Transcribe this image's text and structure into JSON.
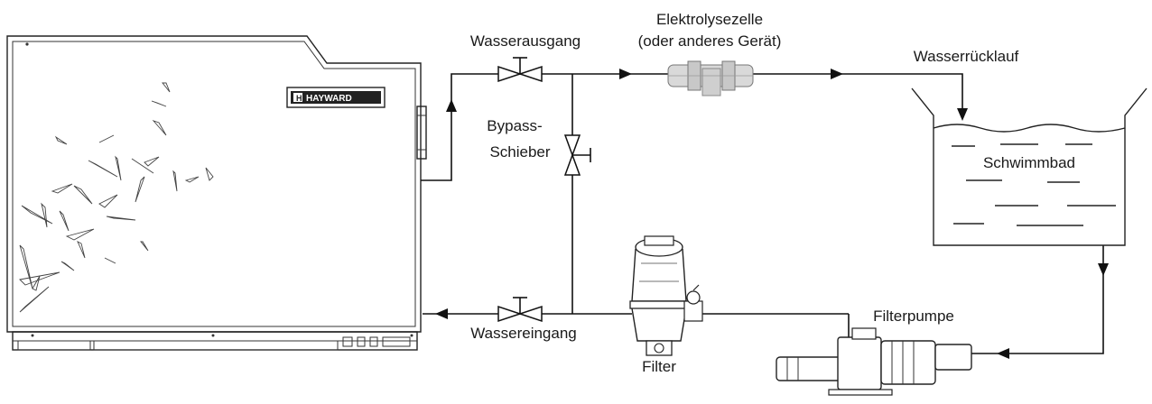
{
  "brand": "HAYWARD",
  "labels": {
    "water_outlet": "Wasserausgang",
    "electrolysis_line1": "Elektrolysezelle",
    "electrolysis_line2": "(oder anderes Gerät)",
    "water_return": "Wasserrücklauf",
    "bypass_line1": "Bypass-",
    "bypass_line2": "Schieber",
    "pool": "Schwimmbad",
    "water_inlet": "Wassereingang",
    "filter": "Filter",
    "filter_pump": "Filterpumpe"
  },
  "colors": {
    "line": "#111111",
    "cell_fill": "#d9d9d9",
    "background": "#ffffff"
  },
  "icons": {
    "heat_pump": "heat-pump-unit-icon",
    "valve": "gate-valve-icon",
    "electrolysis_cell": "electrolysis-cell-icon",
    "filter": "sand-filter-icon",
    "pump": "filter-pump-icon",
    "pool": "pool-basin-icon"
  }
}
